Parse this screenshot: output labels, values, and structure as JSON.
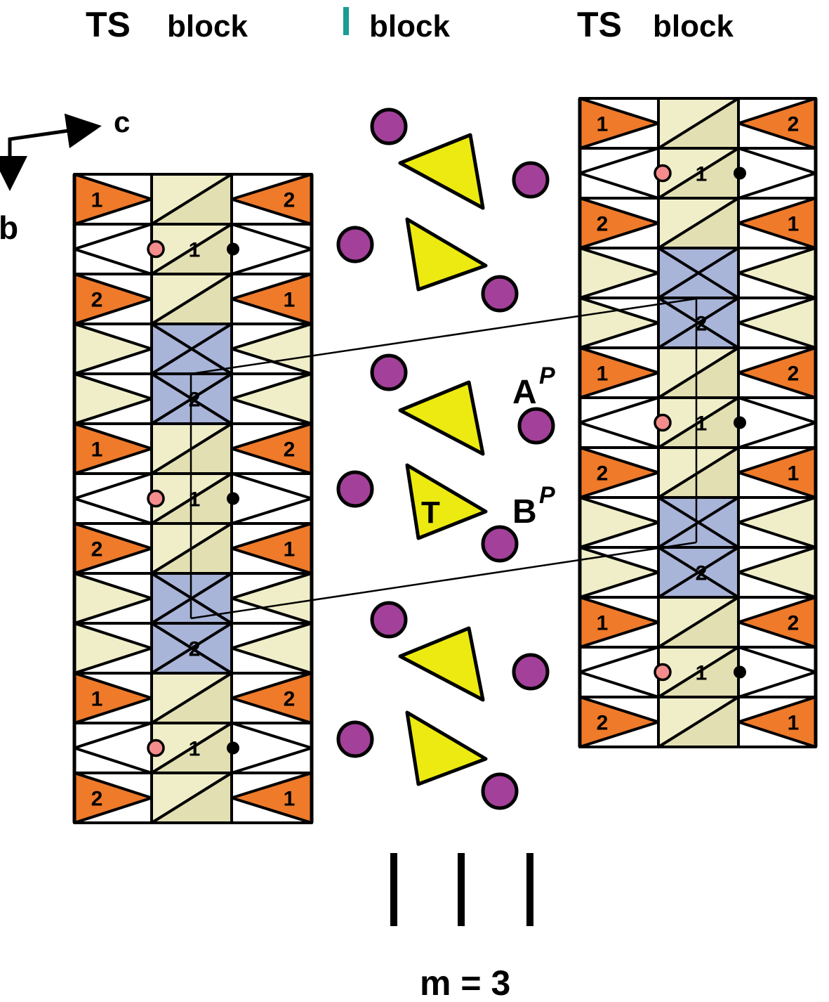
{
  "header": {
    "left_ts": "TS",
    "left_block": "block",
    "mid_block": "block",
    "right_ts": "TS",
    "right_block": "block"
  },
  "axes": {
    "c": "c",
    "b": "b"
  },
  "labels": {
    "A": "A",
    "A_sup": "P",
    "B": "B",
    "B_sup": "P",
    "T": "T",
    "m": "m = 3"
  },
  "site_one": "1",
  "site_two": "2",
  "colors": {
    "orange": "#ee7a2a",
    "cream": "#f0eec8",
    "blue": "#a8b4d8",
    "yellow": "#ecea10",
    "purple": "#a3409a",
    "pink": "#f48c8c",
    "teal": "#1a9c94"
  }
}
